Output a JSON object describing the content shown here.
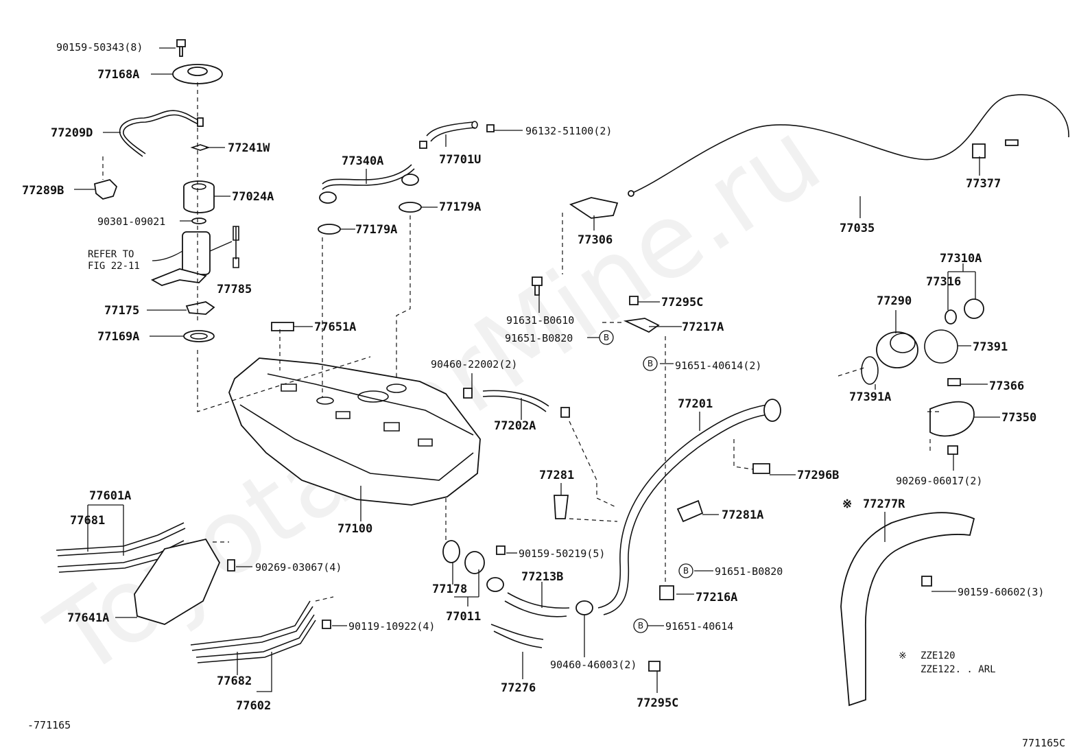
{
  "watermark": "ToyotaCarMine.ru",
  "footer": {
    "left_code": "-771165",
    "right_code": "771165C"
  },
  "refer_note": {
    "line1": "REFER TO",
    "line2": "FIG 22-11"
  },
  "model_note": {
    "symbol": "※",
    "line1": "ZZE120",
    "line2": "ZZE122. . ARL"
  },
  "callout_letter": "B",
  "labels": {
    "p90159_50343": "90159-50343(8)",
    "p77168A": "77168A",
    "p77209D": "77209D",
    "p77241W": "77241W",
    "p77289B": "77289B",
    "p77024A": "77024A",
    "p90301_09021": "90301-09021",
    "p77785": "77785",
    "p77175": "77175",
    "p77169A": "77169A",
    "p77340A": "77340A",
    "p77701U": "77701U",
    "p96132_51100": "96132-51100(2)",
    "p77179A_top": "77179A",
    "p77179A_left": "77179A",
    "p77651A": "77651A",
    "p90460_22002": "90460-22002(2)",
    "p77202A": "77202A",
    "p77100": "77100",
    "p77306": "77306",
    "p91631_B0610": "91631-B0610",
    "p91651_B0820_top": "91651-B0820",
    "p77295C_top": "77295C",
    "p77217A": "77217A",
    "p91651_40614_2": "91651-40614(2)",
    "p77035": "77035",
    "p77377": "77377",
    "p77310A": "77310A",
    "p77316": "77316",
    "p77290": "77290",
    "p77391": "77391",
    "p77391A": "77391A",
    "p77366": "77366",
    "p77350": "77350",
    "p90269_06017": "90269-06017(2)",
    "p77201": "77201",
    "p77296B": "77296B",
    "p77281": "77281",
    "p77281A": "77281A",
    "p77277R": "77277R",
    "p77601A": "77601A",
    "p77681": "77681",
    "p90269_03067": "90269-03067(4)",
    "p77641A": "77641A",
    "p90119_10922": "90119-10922(4)",
    "p77682": "77682",
    "p77602": "77602",
    "p77178": "77178",
    "p77011": "77011",
    "p90159_50219": "90159-50219(5)",
    "p77213B": "77213B",
    "p77276": "77276",
    "p90460_46003": "90460-46003(2)",
    "p77295C_bot": "77295C",
    "p91651_B0820_mid": "91651-B0820",
    "p77216A": "77216A",
    "p91651_40614": "91651-40614",
    "p90159_60602": "90159-60602(3)"
  }
}
